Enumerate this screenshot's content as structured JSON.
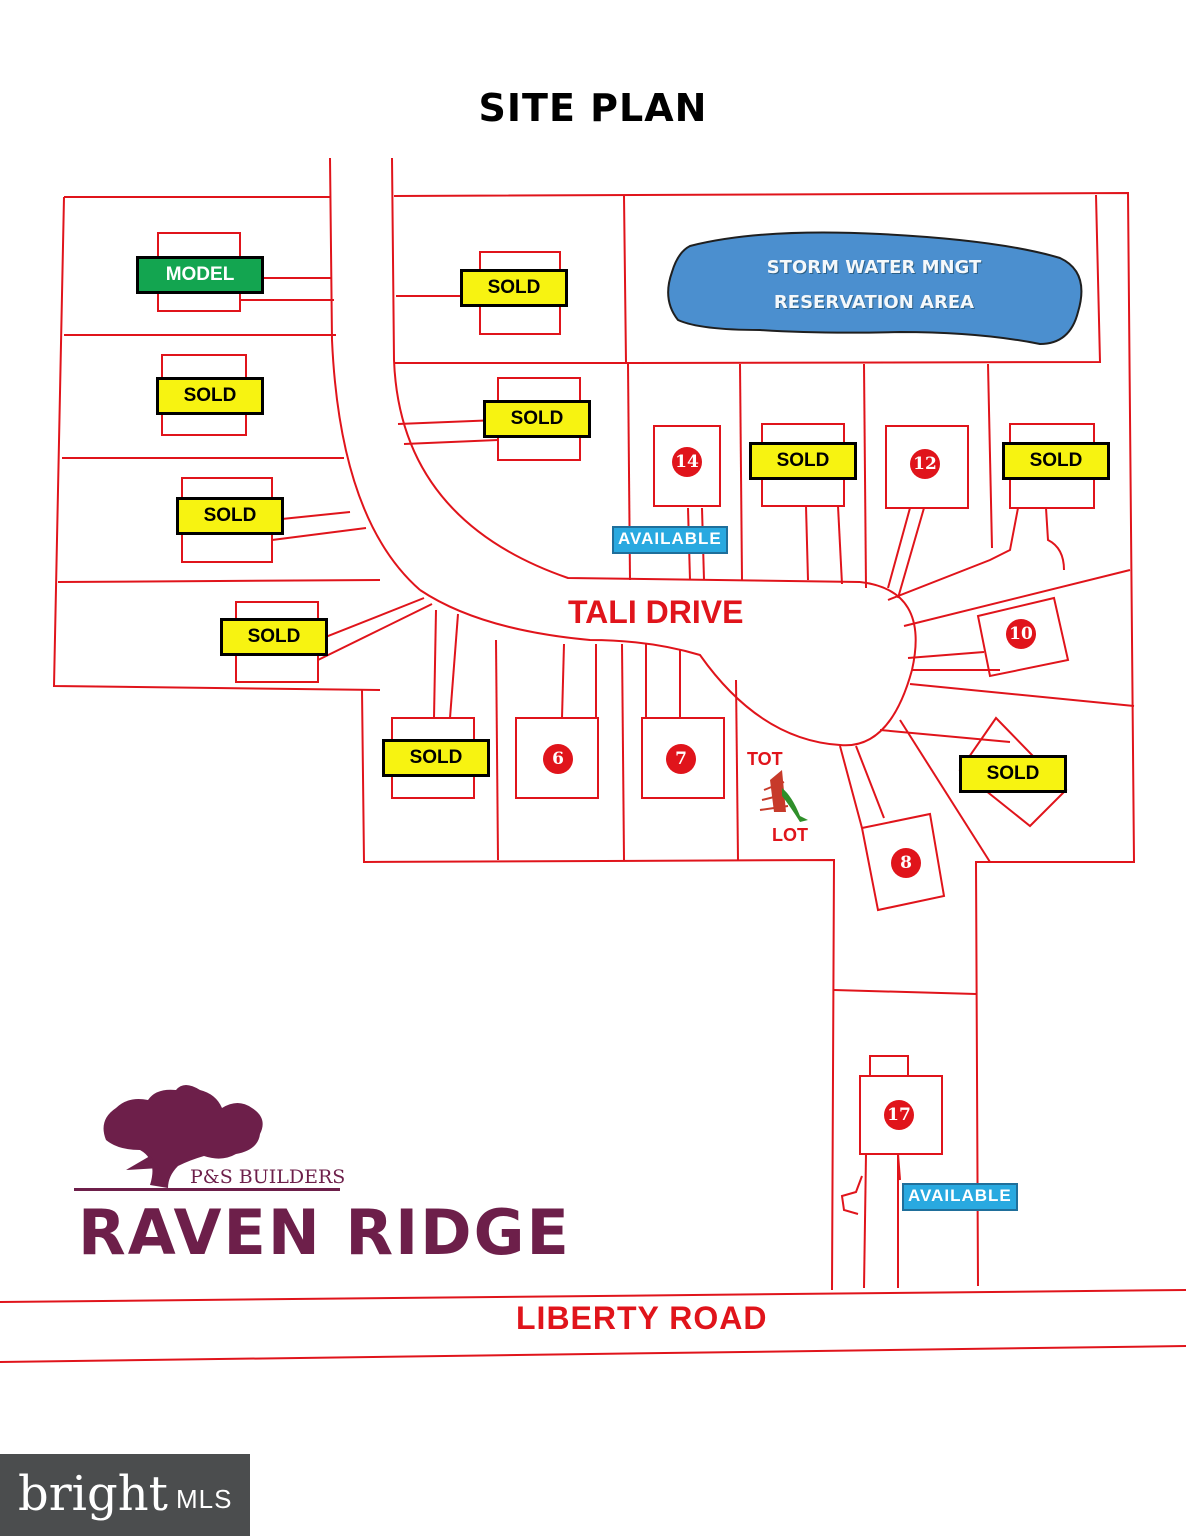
{
  "title": "SITE PLAN",
  "roads": {
    "tali": "TALI DRIVE",
    "liberty": "LIBERTY ROAD"
  },
  "pond": {
    "line1": "STORM WATER MNGT",
    "line2": "RESERVATION AREA",
    "color": "#4b8fcf"
  },
  "status": {
    "sold": "SOLD",
    "model": "MODEL",
    "available": "AVAILABLE"
  },
  "lots": {
    "l14": "14",
    "l12": "12",
    "l10": "10",
    "l6": "6",
    "l7": "7",
    "l8": "8",
    "l17": "17"
  },
  "tot_lot": {
    "top": "TOT",
    "bottom": "LOT"
  },
  "branding": {
    "builder": "P&S BUILDERS",
    "community": "RAVEN RIDGE",
    "color": "#6d1f4a"
  },
  "watermark": {
    "word": "bright",
    "mls": "MLS"
  },
  "colors": {
    "lines": "#e0141b",
    "sold": "#f7f311",
    "model": "#13a550",
    "available": "#29a9e0"
  }
}
